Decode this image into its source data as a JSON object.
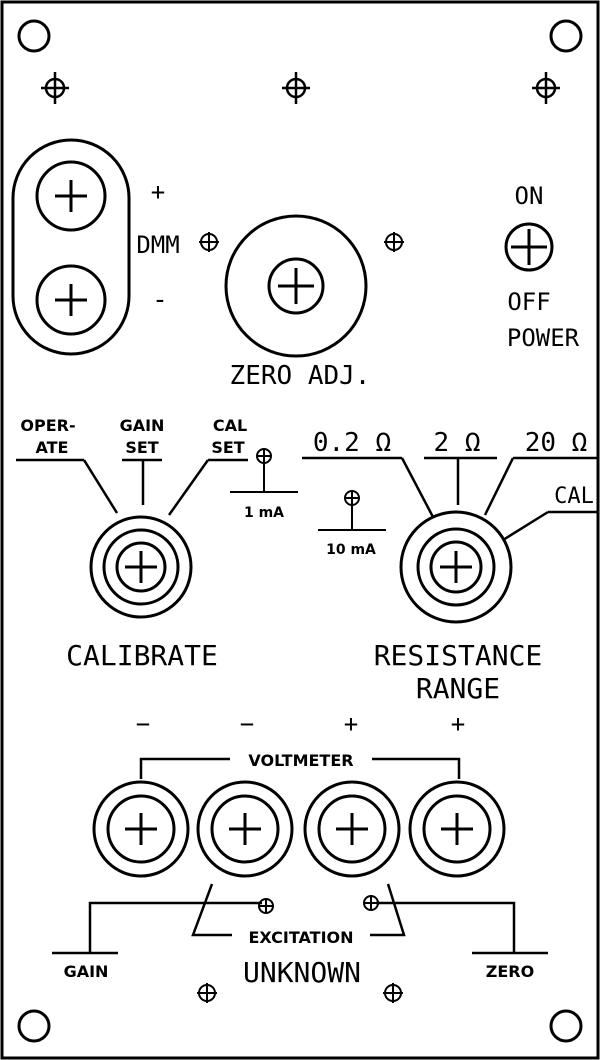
{
  "dmm": {
    "plus": "+",
    "label": "DMM",
    "minus": "-"
  },
  "zero_adj": {
    "label": "ZERO ADJ."
  },
  "power": {
    "on": "ON",
    "off": "OFF",
    "label": "POWER"
  },
  "calibrate": {
    "positions": [
      "OPER-",
      "ATE",
      "GAIN",
      "SET",
      "CAL",
      "SET"
    ],
    "label": "CALIBRATE",
    "current_1": "1 mA",
    "current_10": "10 mA"
  },
  "resistance": {
    "r1": "0.2 Ω",
    "r2": "2 Ω",
    "r3": "20 Ω",
    "cal": "CAL",
    "label1": "RESISTANCE",
    "label2": "RANGE"
  },
  "terminals": {
    "signs": [
      "−",
      "−",
      "+",
      "+"
    ],
    "voltmeter": "VOLTMETER",
    "excitation": "EXCITATION",
    "unknown": "UNKNOWN",
    "gain": "GAIN",
    "zero": "ZERO"
  }
}
